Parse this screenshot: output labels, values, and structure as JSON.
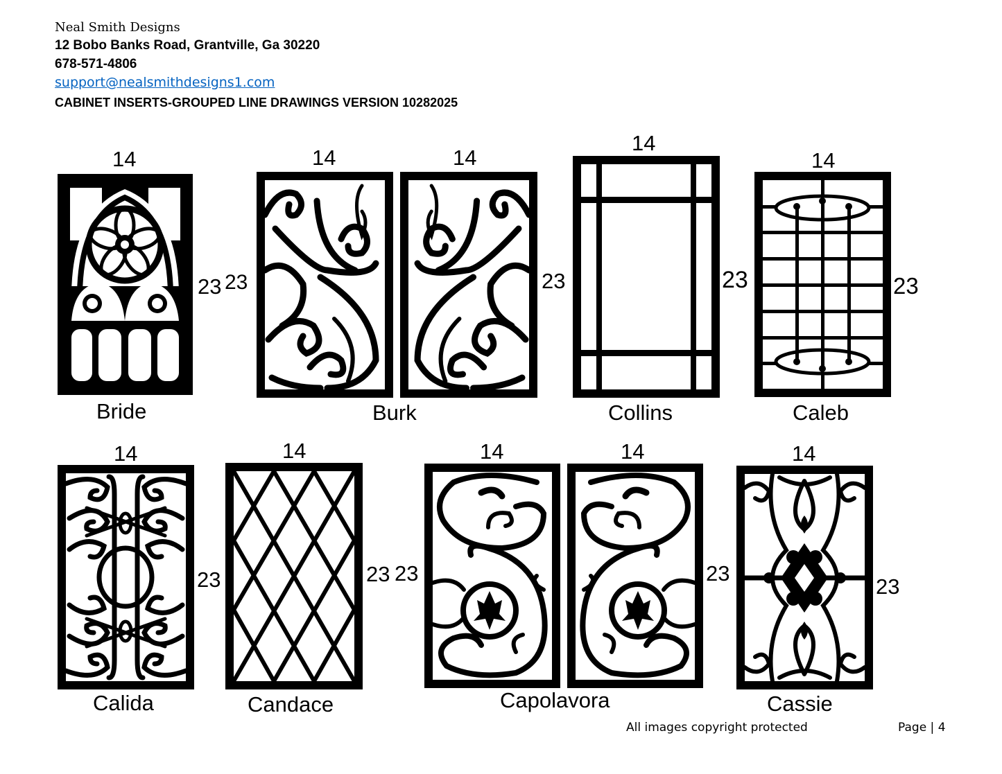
{
  "header": {
    "company": "Neal Smith Designs",
    "address": "12 Bobo Banks Road, Grantville, Ga 30220",
    "phone": "678-571-4806",
    "email": "support@nealsmithdesigns1.com",
    "doc_title": "CABINET INSERTS-GROUPED LINE DRAWINGS VERSION 10282025"
  },
  "designs": [
    {
      "name": "Bride",
      "width": "14",
      "height": "23",
      "style": "gothic-arch-rose-window",
      "panels": 1
    },
    {
      "name": "Burk",
      "width": "14",
      "height": "23",
      "style": "scroll",
      "panels": 2
    },
    {
      "name": "Collins",
      "width": "14",
      "height": "23",
      "style": "prairie-grid",
      "panels": 1
    },
    {
      "name": "Caleb",
      "width": "14",
      "height": "23",
      "style": "grid-ellipse",
      "panels": 1
    },
    {
      "name": "Calida",
      "width": "14",
      "height": "23",
      "style": "mirrored-scroll",
      "panels": 1
    },
    {
      "name": "Candace",
      "width": "14",
      "height": "23",
      "style": "diamond-lattice",
      "panels": 1
    },
    {
      "name": "Capolavora",
      "width": "14",
      "height": "23",
      "style": "scroll-medallion",
      "panels": 2
    },
    {
      "name": "Cassie",
      "width": "14",
      "height": "23",
      "style": "baroque-filigree",
      "panels": 1
    }
  ],
  "footer": {
    "copyright": "All images copyright protected",
    "page": "Page | 4"
  }
}
